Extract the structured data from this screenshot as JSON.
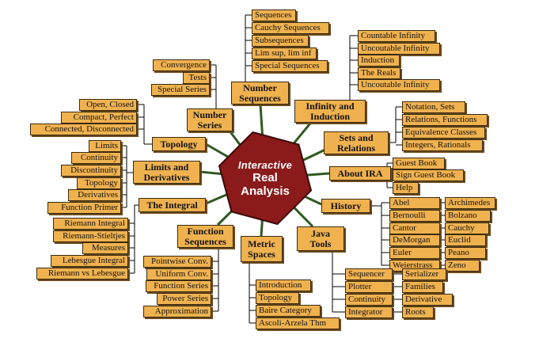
{
  "center": {
    "line1": "Interactive",
    "line2": "Real",
    "line3": "Analysis"
  },
  "colors": {
    "box": "#f0b24f",
    "hub": "#8b1a1a",
    "line": "#000000",
    "spoke": "#2f5a22"
  },
  "categories": {
    "number_sequences": "Number\nSequences",
    "infinity_induction": "Infinity and\nInduction",
    "sets_relations": "Sets and\nRelations",
    "about_ira": "About IRA",
    "history": "History",
    "java_tools": "Java\nTools",
    "metric_spaces": "Metric\nSpaces",
    "function_sequences": "Function\nSequences",
    "the_integral": "The Integral",
    "limits_derivatives": "Limits and\nDerivatives",
    "topology": "Topology",
    "number_series": "Number\nSeries"
  },
  "number_sequences": [
    "Sequences",
    "Cauchy Sequences",
    "Subsequences",
    "Lim sup, lim inf",
    "Special Sequences"
  ],
  "infinity_induction": [
    "Countable Infinity",
    "Uncoutable Infinity",
    "Induction",
    "The Reals",
    "Uncoutable Infinity"
  ],
  "sets_relations": [
    "Notation, Sets",
    "Relations, Functions",
    "Equivalence Classes",
    "Integers, Rationals"
  ],
  "about_ira": [
    "Guest Book",
    "Sign Guest Book",
    "Help"
  ],
  "history_left": [
    "Abel",
    "Bernoulli",
    "Cantor",
    "DeMorgan",
    "Euler",
    "Weierstrass"
  ],
  "history_right": [
    "Archimedes",
    "Bolzano",
    "Cauchy",
    "Euclid",
    "Peano",
    "Zeno"
  ],
  "java_left": [
    "Sequencer",
    "Plotter",
    "Continuity",
    "Integrator"
  ],
  "java_right": [
    "Serializer",
    "Families",
    "Derivative",
    "Roots"
  ],
  "metric_spaces": [
    "Introduction",
    "Topology",
    "Baire Category",
    "Ascoli-Arzela Thm"
  ],
  "function_sequences": [
    "Pointwise Conv.",
    "Uniform Conv.",
    "Function Series",
    "Power Series",
    "Approximation"
  ],
  "the_integral": [
    "Riemann Integral",
    "Riemann-Stieltjes",
    "Measures",
    "Lebesgue Integral",
    "Riemann vs Lebesgue"
  ],
  "limits_derivatives": [
    "Limits",
    "Continuity",
    "Discontinuity",
    "Topology",
    "Derivatives",
    "Function Primer"
  ],
  "topology": [
    "Open, Closed",
    "Compact, Perfect",
    "Connected, Disconnected"
  ],
  "number_series": [
    "Convergence",
    "Tests",
    "Special Series"
  ]
}
